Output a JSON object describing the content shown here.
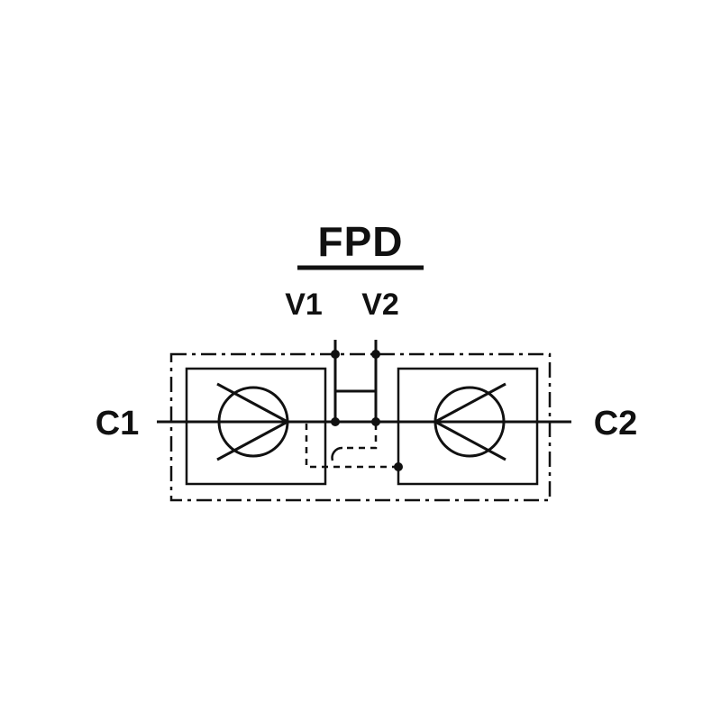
{
  "diagram": {
    "title": "FPD",
    "top_ports": {
      "v1": "V1",
      "v2": "V2"
    },
    "side_ports": {
      "c1": "C1",
      "c2": "C2"
    },
    "colors": {
      "line": "#111111",
      "background": "#ffffff"
    }
  }
}
